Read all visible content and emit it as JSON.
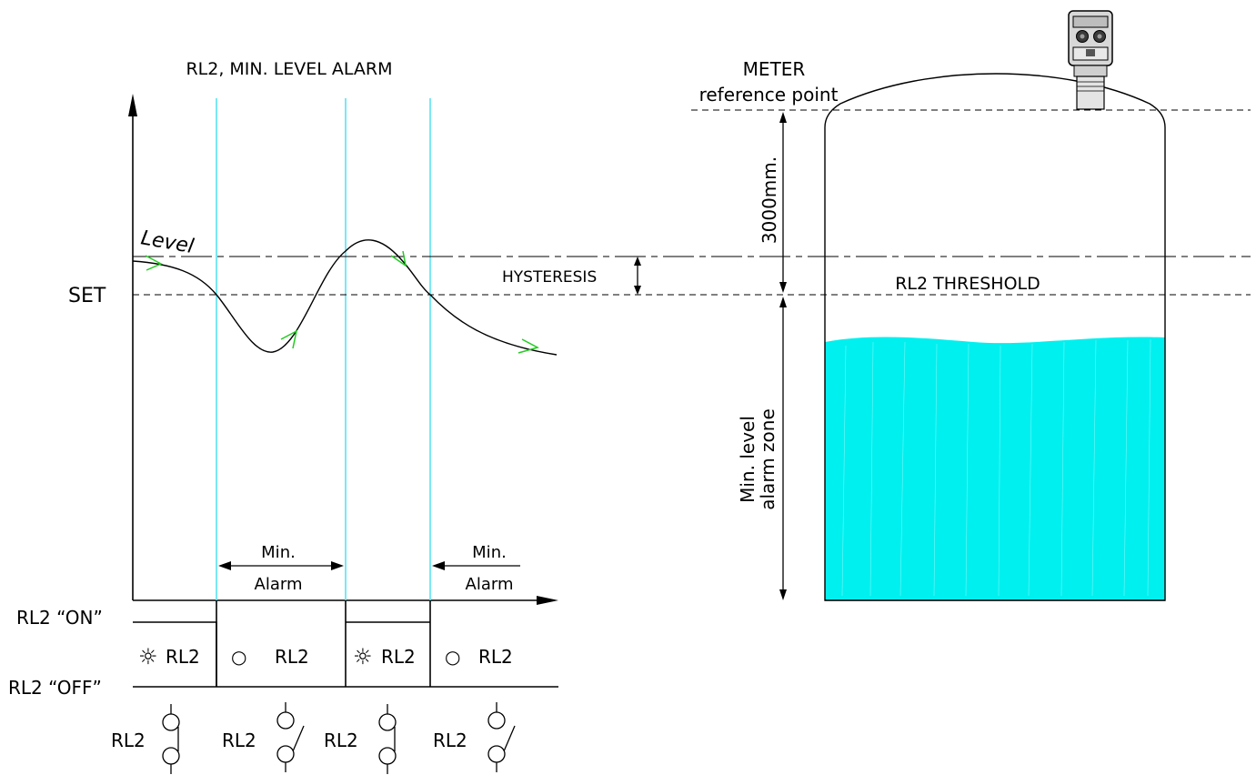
{
  "diagram": {
    "title": "RL2, MIN. LEVEL ALARM",
    "level_label": "Level",
    "set_label": "SET",
    "hysteresis_label": "HYSTERESIS",
    "threshold_label": "RL2 THRESHOLD",
    "meter_label": "METER",
    "reference_label": "reference point",
    "distance_label": "3000mm.",
    "zone_label_line1": "Min. level",
    "zone_label_line2": "alarm zone",
    "min_label": "Min.",
    "alarm_label": "Alarm",
    "relay_on_label": "RL2 “ON”",
    "relay_off_label": "RL2 “OFF”",
    "relay_name": "RL2",
    "sun_glyph": "☼",
    "circle_glyph": "○",
    "relay_states": [
      "on",
      "off",
      "on",
      "off"
    ],
    "contact_states": [
      "closed",
      "open",
      "closed",
      "open"
    ]
  },
  "colors": {
    "liquid": "#00f0f0",
    "cyan_line": "#58e2f2",
    "green_arrow": "#22cc22"
  }
}
